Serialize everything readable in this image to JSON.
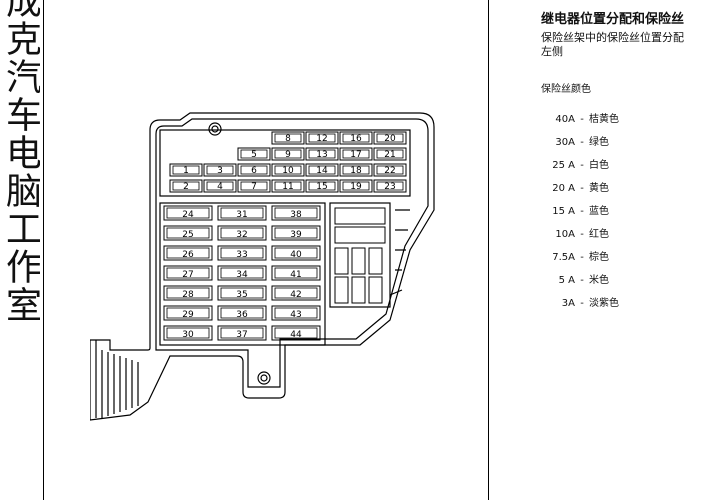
{
  "side_title": "成克汽车电脑工作室",
  "right_panel": {
    "heading": "继电器位置分配和保险丝",
    "subheading_line1": "保险丝架中的保险丝位置分配",
    "subheading_line2": "左侧",
    "legend_title": "保险丝颜色",
    "legend": [
      {
        "amp": "40A",
        "sep": "-",
        "color": "桔黄色"
      },
      {
        "amp": "30A",
        "sep": "-",
        "color": "绿色"
      },
      {
        "amp": "25 A",
        "sep": "-",
        "color": "白色"
      },
      {
        "amp": "20 A",
        "sep": "-",
        "color": "黄色"
      },
      {
        "amp": "15 A",
        "sep": "-",
        "color": "蓝色"
      },
      {
        "amp": "10A",
        "sep": "-",
        "color": "红色"
      },
      {
        "amp": "7.5A",
        "sep": "-",
        "color": "棕色"
      },
      {
        "amp": "5 A",
        "sep": "-",
        "color": "米色"
      },
      {
        "amp": "3A",
        "sep": "-",
        "color": "淡紫色"
      }
    ]
  },
  "diagram": {
    "upper_rows": [
      [
        "8",
        "12",
        "16",
        "20"
      ],
      [
        "5",
        "9",
        "13",
        "17",
        "21"
      ],
      [
        "1",
        "3",
        "6",
        "10",
        "14",
        "18",
        "22"
      ],
      [
        "2",
        "4",
        "7",
        "11",
        "15",
        "19",
        "23"
      ]
    ],
    "lower_grid": [
      [
        "24",
        "31",
        "38"
      ],
      [
        "25",
        "32",
        "39"
      ],
      [
        "26",
        "33",
        "40"
      ],
      [
        "27",
        "34",
        "41"
      ],
      [
        "28",
        "35",
        "42"
      ],
      [
        "29",
        "36",
        "43"
      ],
      [
        "30",
        "37",
        "44"
      ]
    ]
  }
}
